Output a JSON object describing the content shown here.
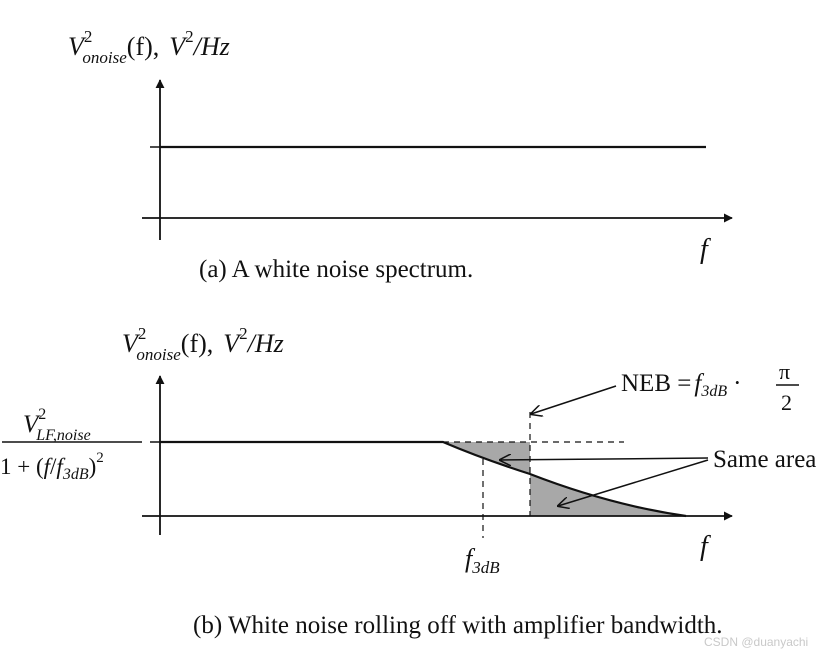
{
  "colors": {
    "ink": "#111111",
    "shade": "#a8a8a8",
    "watermark": "#c9c9c9",
    "background": "#ffffff"
  },
  "panel_a": {
    "y_label": {
      "base": "V",
      "sup": "2",
      "sub": "onoise",
      "arg": "(f),",
      "unit_base": "V",
      "unit_sup": "2",
      "unit_tail": "/Hz"
    },
    "x_label": "f",
    "caption": "(a) A white noise spectrum."
  },
  "panel_b": {
    "y_label": {
      "base": "V",
      "sup": "2",
      "sub": "onoise",
      "arg": "(f),",
      "unit_base": "V",
      "unit_sup": "2",
      "unit_tail": "/Hz"
    },
    "y_level": {
      "numerator_base": "V",
      "numerator_sup": "2",
      "numerator_sub": "LF,noise",
      "denominator_prefix": "1 + (",
      "denominator_var": "f",
      "denominator_slash": "/",
      "denominator_f": "f",
      "denominator_sub": "3dB",
      "denominator_close": ")",
      "denominator_sup": "2"
    },
    "x_label": "f",
    "f3db_label": {
      "base": "f",
      "sub": "3dB"
    },
    "neb_label": {
      "lhs": "NEB =",
      "f": "f",
      "sub": "3dB",
      "dot": "·",
      "num": "π",
      "den": "2"
    },
    "same_area": "Same area",
    "caption": "(b) White noise rolling off with amplifier bandwidth."
  },
  "watermark": "CSDN @duanyachi"
}
